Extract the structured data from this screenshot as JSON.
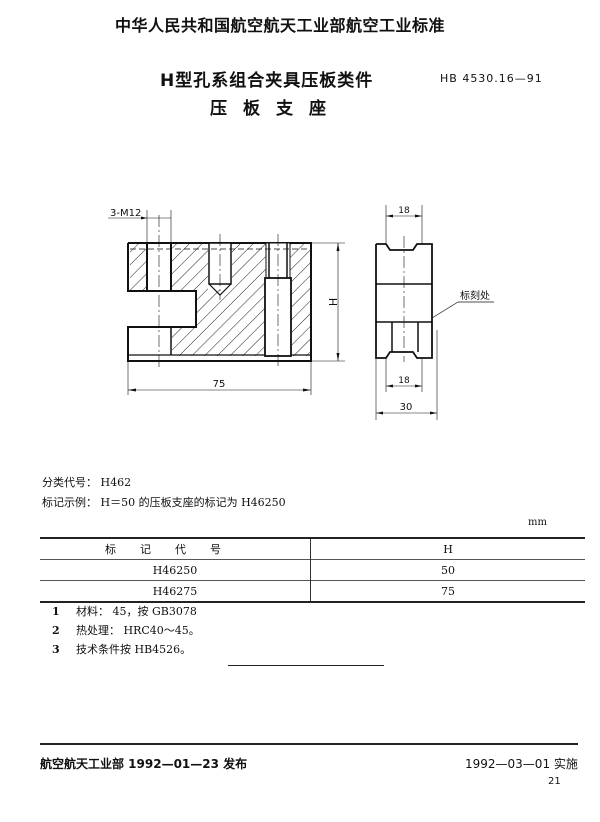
{
  "header": {
    "organization": "中华人民共和国航空航天工业部航空工业标准",
    "title_line1": "H型孔系组合夹具压板类件",
    "standard_number": "HB 4530.16—91",
    "title_line2": [
      "压",
      "板",
      "支",
      "座"
    ]
  },
  "drawing": {
    "front_view": {
      "thread_label": "3-M12",
      "width_dim": "75",
      "height_dim": "H"
    },
    "side_view": {
      "top_slot_dim": "18",
      "bottom_slot_dim": "18",
      "width_dim": "30",
      "marking_label": "标刻处"
    }
  },
  "classification": {
    "label": "分类代号：",
    "value": "H462"
  },
  "marking_example": {
    "label": "标记示例：",
    "text": "H＝50 的压板支座的标记为 H46250"
  },
  "table": {
    "unit": "mm",
    "headers": [
      "标记代号",
      "H"
    ],
    "rows": [
      [
        "H46250",
        "50"
      ],
      [
        "H46275",
        "75"
      ]
    ]
  },
  "notes": [
    {
      "num": "1",
      "text": "材料： 45，按 GB3078"
    },
    {
      "num": "2",
      "text": "热处理： HRC40～45。"
    },
    {
      "num": "3",
      "text": "技术条件按 HB4526。"
    }
  ],
  "footer": {
    "issued": "航空航天工业部 1992—01—23 发布",
    "effective": "1992—03—01 实施",
    "page": "21"
  }
}
